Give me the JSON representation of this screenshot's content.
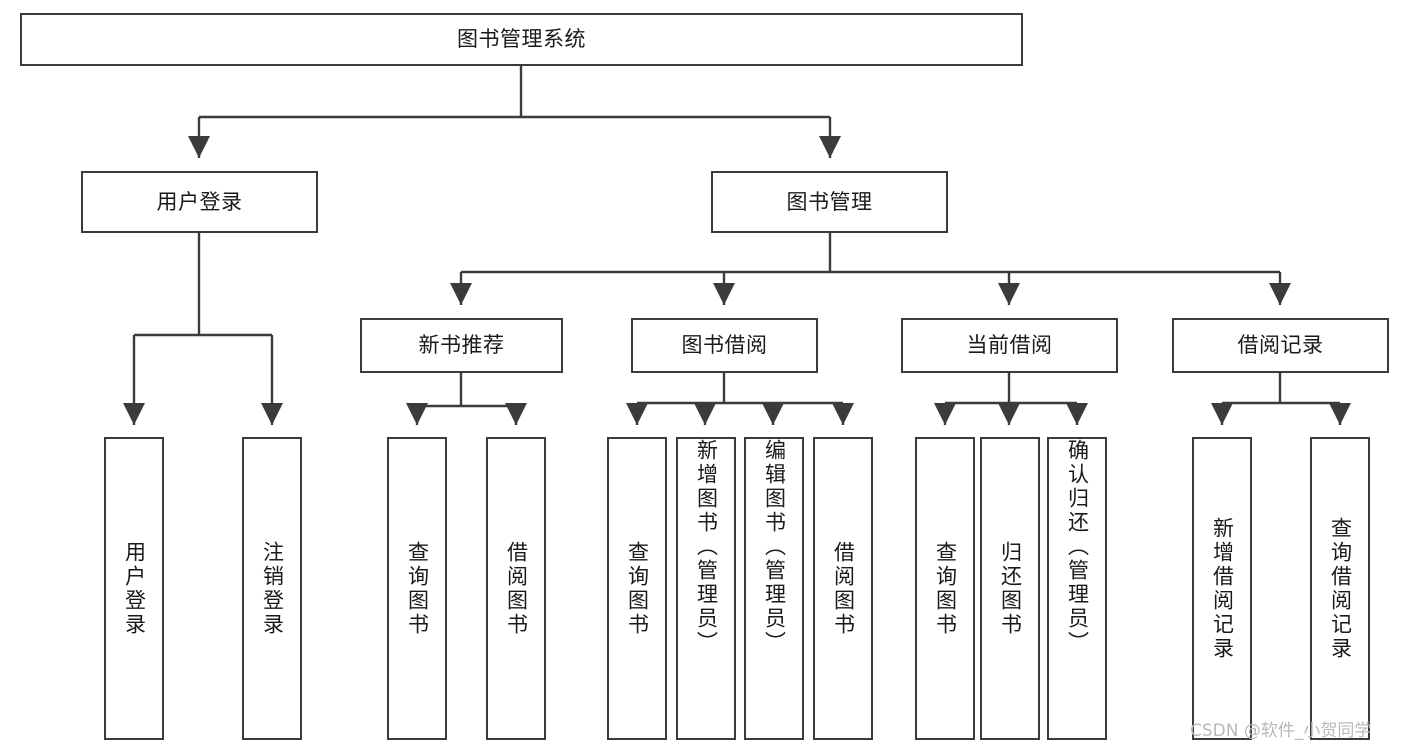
{
  "diagram": {
    "title": "图书管理系统",
    "type": "tree-hierarchy",
    "nodes": {
      "root": {
        "label": "图书管理系统"
      },
      "level2": [
        {
          "id": "user-login",
          "label": "用户登录"
        },
        {
          "id": "book-management",
          "label": "图书管理"
        }
      ],
      "level3": [
        {
          "id": "new-book-recommend",
          "label": "新书推荐"
        },
        {
          "id": "book-borrow",
          "label": "图书借阅"
        },
        {
          "id": "current-borrow",
          "label": "当前借阅"
        },
        {
          "id": "borrow-record",
          "label": "借阅记录"
        }
      ],
      "leaves": {
        "user_login": [
          {
            "id": "leaf-user-login",
            "label": "用户登录"
          },
          {
            "id": "leaf-user-logout",
            "label": "注销登录"
          }
        ],
        "new_book_recommend": [
          {
            "id": "leaf-query-book-1",
            "label": "查询图书"
          },
          {
            "id": "leaf-borrow-book-1",
            "label": "借阅图书"
          }
        ],
        "book_borrow": [
          {
            "id": "leaf-query-book-2",
            "label": "查询图书"
          },
          {
            "id": "leaf-add-book",
            "label": "新增图书（管理员）"
          },
          {
            "id": "leaf-edit-book",
            "label": "编辑图书（管理员）"
          },
          {
            "id": "leaf-borrow-book-2",
            "label": "借阅图书"
          }
        ],
        "current_borrow": [
          {
            "id": "leaf-query-book-3",
            "label": "查询图书"
          },
          {
            "id": "leaf-return-book",
            "label": "归还图书"
          },
          {
            "id": "leaf-confirm-return",
            "label": "确认归还（管理员）"
          }
        ],
        "borrow_record": [
          {
            "id": "leaf-add-record",
            "label": "新增借阅记录"
          },
          {
            "id": "leaf-query-record",
            "label": "查询借阅记录"
          }
        ]
      }
    },
    "colors": {
      "stroke": "#3b3b3b",
      "fill": "#ffffff",
      "text": "#1a1a1a",
      "watermark": "#b9b9b9"
    }
  },
  "watermark": {
    "text": "CSDN @软件_小贺同学"
  }
}
